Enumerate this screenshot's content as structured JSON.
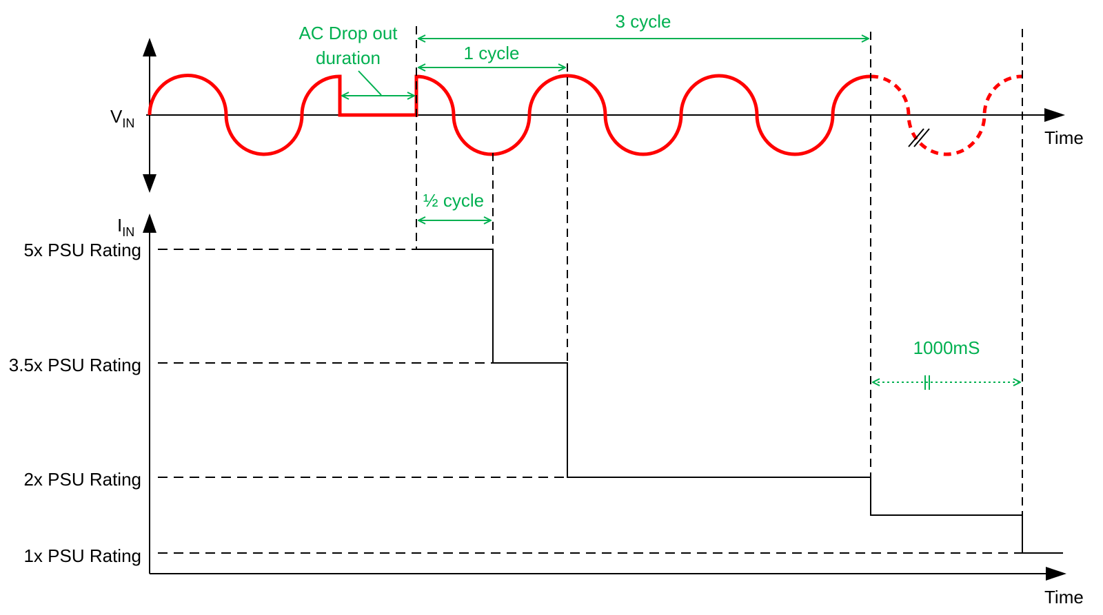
{
  "colors": {
    "waveform": "#ff0000",
    "annotation": "#00b050",
    "axis": "#000000",
    "background": "#ffffff"
  },
  "voltage_axis": {
    "label_main": "V",
    "label_sub": "IN",
    "time_label": "Time"
  },
  "current_axis": {
    "label_main": "I",
    "label_sub": "IN",
    "time_label": "Time"
  },
  "current_levels": [
    {
      "label": "5x PSU Rating",
      "multiple": 5
    },
    {
      "label": "3.5x PSU Rating",
      "multiple": 3.5
    },
    {
      "label": "2x PSU Rating",
      "multiple": 2
    },
    {
      "label": "1x PSU Rating",
      "multiple": 1
    }
  ],
  "annotations": {
    "dropout_line1": "AC Drop out",
    "dropout_line2": "duration",
    "three_cycle": "3 cycle",
    "one_cycle": "1 cycle",
    "half_cycle": "½ cycle",
    "duration_1000": "1000mS"
  },
  "current_profile": [
    {
      "from_cycles_after_dropout": 0,
      "to_cycles_after_dropout": 0.5,
      "multiple": 5
    },
    {
      "from_cycles_after_dropout": 0.5,
      "to_cycles_after_dropout": 1,
      "multiple": 3.5
    },
    {
      "from_cycles_after_dropout": 1,
      "to_cycles_after_dropout": 3,
      "multiple": 2
    }
  ]
}
